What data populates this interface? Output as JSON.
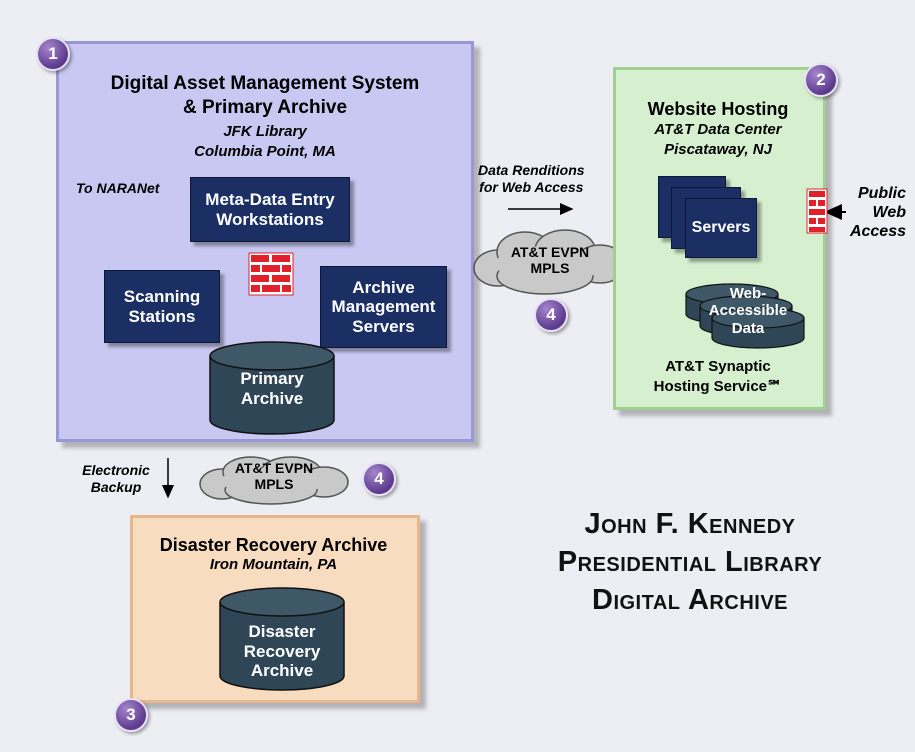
{
  "panels": {
    "dams": {
      "title_line1": "Digital Asset Management System",
      "title_line2": "& Primary Archive",
      "location_line1": "JFK Library",
      "location_line2": "Columbia Point, MA",
      "badge": "1"
    },
    "web": {
      "title": "Website Hosting",
      "location_line1": "AT&T Data Center",
      "location_line2": "Piscataway, NJ",
      "badge": "2",
      "service_line1": "AT&T Synaptic",
      "service_line2": "Hosting Service℠"
    },
    "dr": {
      "title": "Disaster Recovery Archive",
      "location": "Iron Mountain, PA",
      "badge": "3"
    }
  },
  "nodes": {
    "metadata": "Meta-Data Entry\nWorkstations",
    "scanning": "Scanning\nStations",
    "archive_mgmt": "Archive\nManagement\nServers",
    "primary_archive": "Primary\nArchive",
    "servers": "Servers",
    "web_data": "Web-\nAccessible\nData",
    "dr_archive": "Disaster\nRecovery\nArchive"
  },
  "clouds": {
    "top": "AT&T EVPN\nMPLS",
    "bottom": "AT&T EVPN\nMPLS",
    "badge_top": "4",
    "badge_bottom": "4"
  },
  "annotations": {
    "naranet": "To NARANet",
    "renditions": "Data Renditions\nfor Web Access",
    "public_access": "Public\nWeb\nAccess",
    "backup": "Electronic\nBackup"
  },
  "main_title": {
    "line1": "John F. Kennedy",
    "line2": "Presidential Library",
    "line3": "Digital Archive"
  },
  "colors": {
    "node_fill": "#1b2f64",
    "dams_panel": "#c9c8f2",
    "web_panel": "#d6f0cf",
    "dr_panel": "#f8dcc0",
    "cylinder_fill": "#2f4656",
    "firewall": "#e0202a",
    "badge": "#6a479c"
  }
}
